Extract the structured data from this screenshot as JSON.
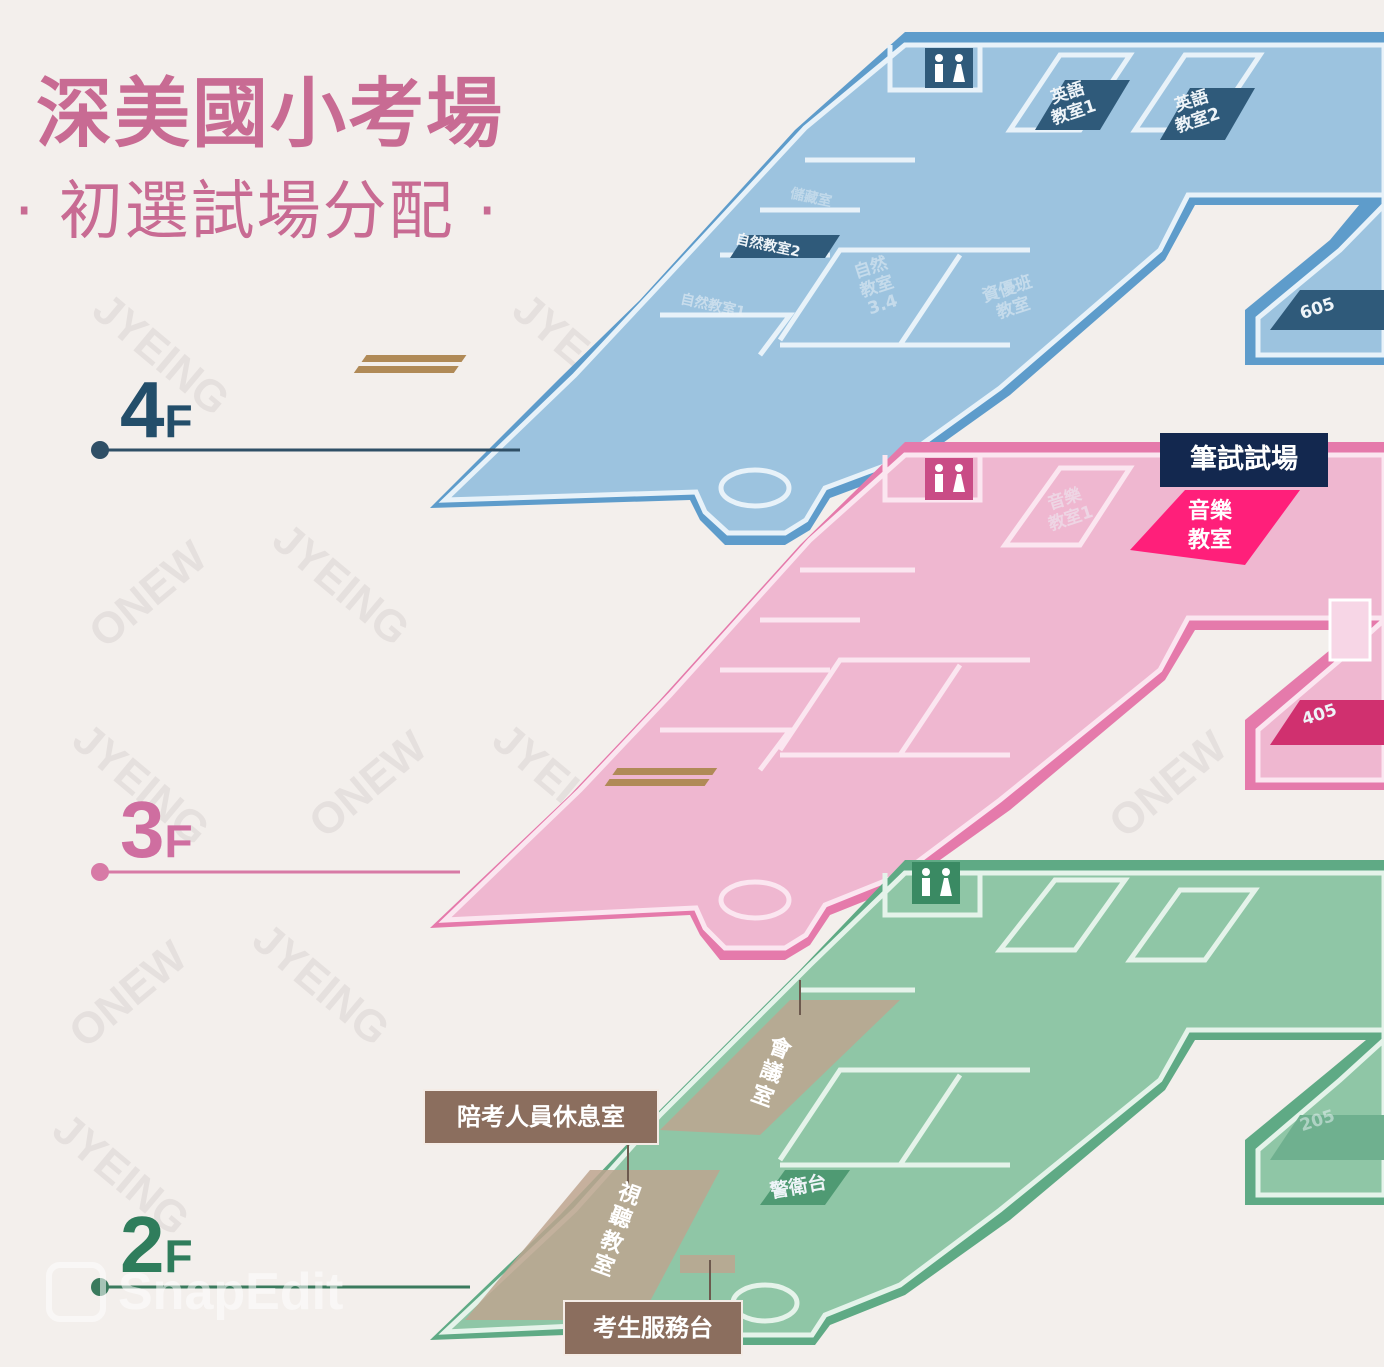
{
  "title": {
    "line1": "深美國小考場",
    "line2": "· 初選試場分配 ·"
  },
  "floors": [
    {
      "id": "4F",
      "num": "4",
      "suffix": "F",
      "color": "#234e6a",
      "fill": "#8db7d6",
      "edge": "#4f93c2"
    },
    {
      "id": "3F",
      "num": "3",
      "suffix": "F",
      "color": "#cf6ea0",
      "fill": "#e9a8c7",
      "edge": "#dd6aa3"
    },
    {
      "id": "2F",
      "num": "2",
      "suffix": "F",
      "color": "#2f7d5c",
      "fill": "#8dc7a6",
      "edge": "#4fa07b"
    }
  ],
  "rooms_4f": {
    "english1": "英語\n教室1",
    "english2": "英語\n教室2",
    "science2": "自然教室2",
    "science1": "自然教室1",
    "science34": "自然\n教室\n3.4",
    "storage": "儲藏室",
    "gifted": "資優班\n教室",
    "r605": "605"
  },
  "rooms_3f": {
    "music1": "音樂\n教室1",
    "r405": "405"
  },
  "rooms_2f": {
    "meeting": "會\n議\n室",
    "av": "視\n聽\n教\n室",
    "guard": "警衛台",
    "r205": "205"
  },
  "callouts": {
    "exam_room_header": "筆試試場",
    "music_room": "音樂\n教室",
    "parents_lounge": "陪考人員休息室",
    "service_desk": "考生服務台"
  },
  "watermarks": {
    "brand1": "JYEING",
    "brand2": "ONEW",
    "snapedit": "SnapEdit"
  },
  "colors": {
    "accent_pink": "#ff1f7a",
    "navy": "#13284f",
    "brown_tag": "#8b6e5e",
    "title": "#c86b93"
  }
}
